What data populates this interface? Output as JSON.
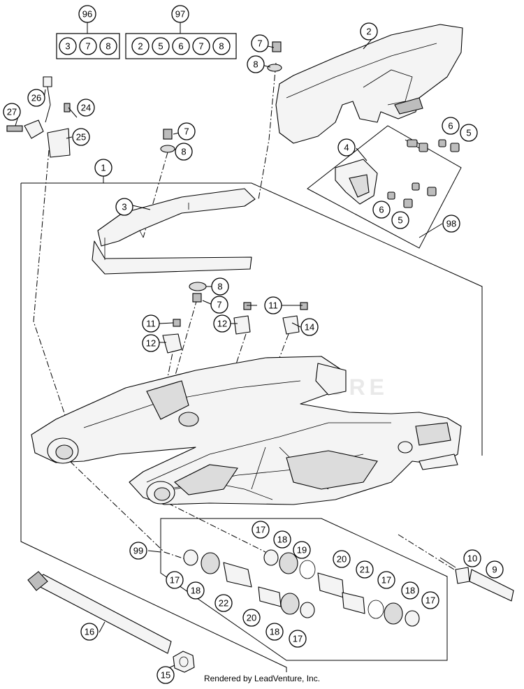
{
  "diagram": {
    "footer": "Rendered by LeadVenture, Inc.",
    "watermark": "LEADVENTURE",
    "kits": {
      "k96": {
        "label": "96",
        "items": [
          "3",
          "7",
          "8"
        ]
      },
      "k97": {
        "label": "97",
        "items": [
          "2",
          "5",
          "6",
          "7",
          "8"
        ]
      }
    },
    "callouts": [
      "1",
      "2",
      "3",
      "4",
      "5",
      "5",
      "6",
      "6",
      "7",
      "7",
      "7",
      "7",
      "8",
      "8",
      "8",
      "9",
      "10",
      "11",
      "11",
      "11",
      "12",
      "12",
      "14",
      "15",
      "16",
      "17",
      "17",
      "17",
      "17",
      "17",
      "18",
      "18",
      "18",
      "18",
      "19",
      "19",
      "20",
      "20",
      "21",
      "22",
      "24",
      "25",
      "26",
      "27",
      "98",
      "99"
    ]
  }
}
